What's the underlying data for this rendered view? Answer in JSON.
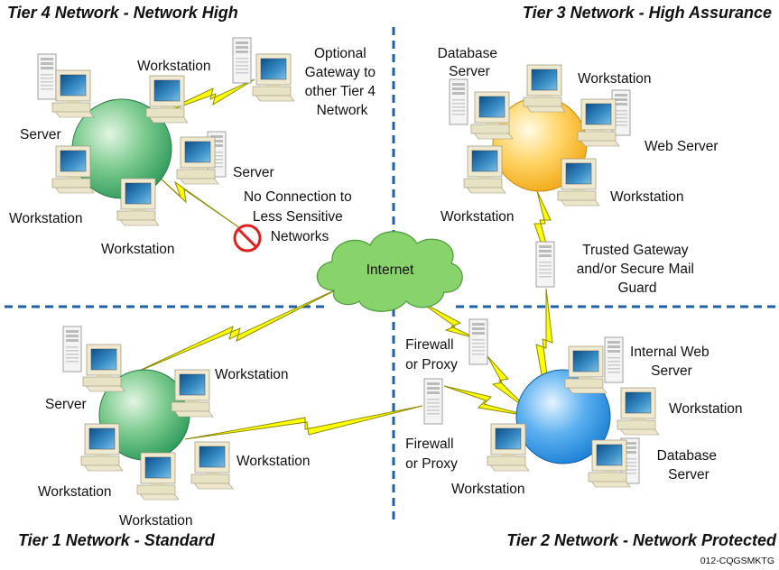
{
  "colors": {
    "divider": "#1f5fa3",
    "bolt": "#ffff00",
    "cloud": "#88d36c",
    "tier4_globe": "#2e9a5c",
    "tier1_globe": "#2e9a5c",
    "tier3_globe": "#f2a814",
    "tier2_globe": "#1a7fd4",
    "no_symbol": "#e02020"
  },
  "tiers": {
    "tier4": {
      "title": "Tier 4 Network - Network High",
      "labels": {
        "workstation_top": "Workstation",
        "server_left": "Server",
        "server_right": "Server",
        "workstation_left": "Workstation",
        "workstation_bottom": "Workstation",
        "gateway": [
          "Optional",
          "Gateway to",
          "other Tier 4",
          "Network"
        ],
        "no_connection": [
          "No Connection to",
          "Less Sensitive",
          "Networks"
        ]
      }
    },
    "tier3": {
      "title": "Tier 3 Network - High Assurance",
      "labels": {
        "database_server": [
          "Database",
          "Server"
        ],
        "workstation_top": "Workstation",
        "web_server": "Web Server",
        "workstation_right": "Workstation",
        "workstation_left": "Workstation",
        "trusted_gateway": [
          "Trusted Gateway",
          "and/or Secure Mail",
          "Guard"
        ]
      }
    },
    "tier1": {
      "title": "Tier 1 Network - Standard",
      "labels": {
        "server": "Server",
        "workstation_top": "Workstation",
        "workstation_right": "Workstation",
        "workstation_left": "Workstation",
        "workstation_bottom": "Workstation"
      }
    },
    "tier2": {
      "title": "Tier 2 Network - Network Protected",
      "labels": {
        "firewall_top": [
          "Firewall",
          "or Proxy"
        ],
        "firewall_bottom": [
          "Firewall",
          "or Proxy"
        ],
        "internal_web_server": [
          "Internal Web",
          "Server"
        ],
        "workstation_right": "Workstation",
        "database_server": [
          "Database",
          "Server"
        ],
        "workstation_bottom": "Workstation"
      }
    }
  },
  "internet_label": "Internet",
  "doc_code": "012-CQGSMKTG"
}
